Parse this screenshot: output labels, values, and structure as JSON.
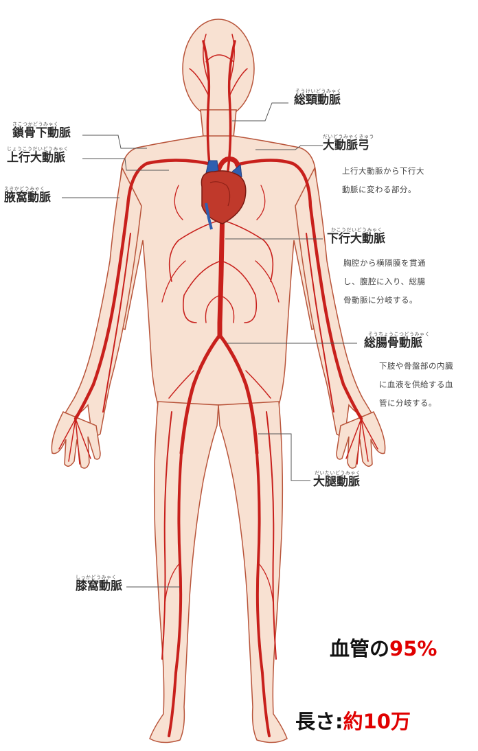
{
  "labels": {
    "soukei_ruby": "そうけいどうみゃく",
    "soukei": "総頸動脈",
    "sakotsu_ruby": "さこつかどうみゃく",
    "sakotsu": "鎖骨下動脈",
    "joko_ruby": "じょうこうだいどうみゃく",
    "joko": "上行大動脈",
    "daidoumyakukyu_ruby": "だいどうみゃくきゅう",
    "daidoumyakukyu": "大動脈弓",
    "ekika_ruby": "えきかどうみゃく",
    "ekika": "腋窩動脈",
    "kako_ruby": "かこうだいどうみゃく",
    "kako": "下行大動脈",
    "soucho_ruby": "そうちょうこつどうみゃく",
    "soucho": "総腸骨動脈",
    "daitai_ruby": "だいたいどうみゃく",
    "daitai": "大腿動脈",
    "shitsuka_ruby": "しっかどうみゃく",
    "shitsuka": "膝窩動脈"
  },
  "notes": {
    "arch_line1": "上行大動脈から下行大",
    "arch_line2": "動脈に変わる部分。",
    "desc_line1": "胸腔から横隔膜を貫通",
    "desc_line2": "し、腹腔に入り、総腸",
    "desc_line3": "骨動脈に分岐する。",
    "iliac_line1": "下肢や骨盤部の内臓",
    "iliac_line2": "に血液を供給する血",
    "iliac_line3": "管に分岐する。"
  },
  "caption": {
    "line1_black": "血管の",
    "line1_red": "95%",
    "line2_black": "長さ:",
    "line2_red": "約10万"
  },
  "colors": {
    "artery": "#c8201c",
    "skin": "#f8e1d2",
    "outline": "#b8543a",
    "heart": "#c0392b",
    "vein": "#2f5fb0",
    "caption_red": "#e00000"
  }
}
